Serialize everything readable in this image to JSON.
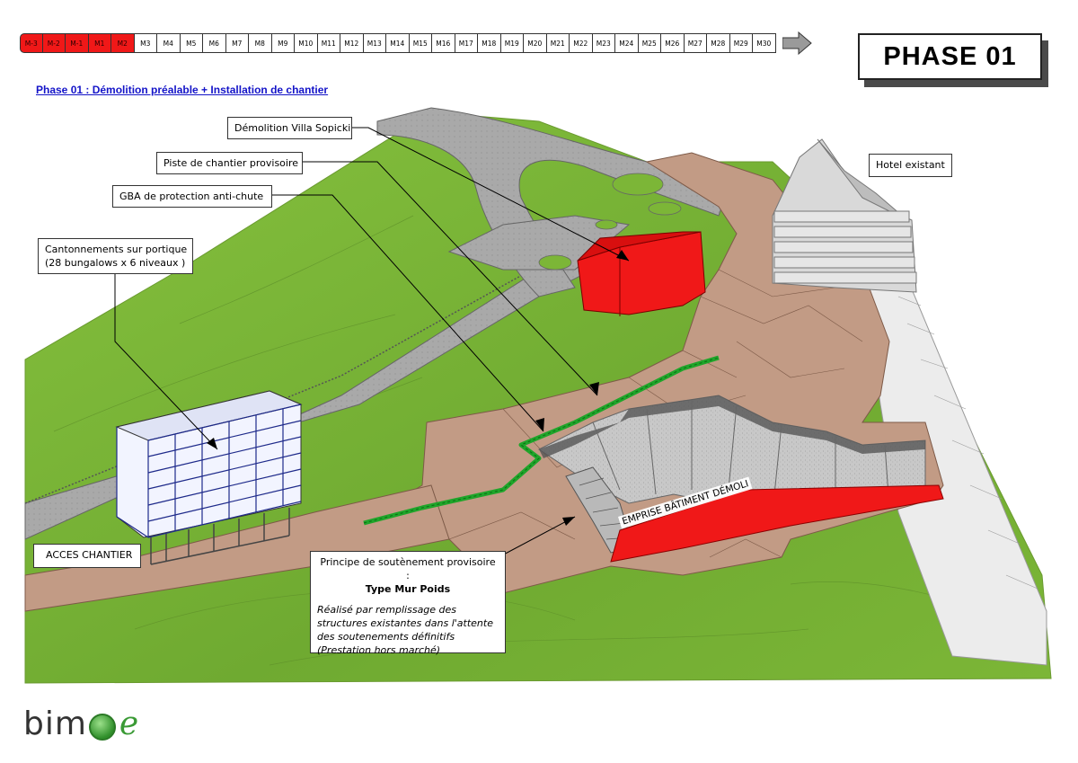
{
  "timeline": {
    "months": [
      "M-3",
      "M-2",
      "M-1",
      "M1",
      "M2",
      "M3",
      "M4",
      "M5",
      "M6",
      "M7",
      "M8",
      "M9",
      "M10",
      "M11",
      "M12",
      "M13",
      "M14",
      "M15",
      "M16",
      "M17",
      "M18",
      "M19",
      "M20",
      "M21",
      "M22",
      "M23",
      "M24",
      "M25",
      "M26",
      "M27",
      "M28",
      "M29",
      "M30"
    ],
    "active_count": 5,
    "active_color": "#f01818"
  },
  "phase": {
    "label": "PHASE  01"
  },
  "title": "Phase 01 : Démolition préalable + Installation de chantier",
  "callouts": {
    "demolition": "Démolition Villa Sopicki",
    "piste": "Piste de chantier provisoire",
    "gba": "GBA de protection anti-chute",
    "cantonnements_line1": "Cantonnements sur portique",
    "cantonnements_line2": "(28 bungalows x 6 niveaux )",
    "hotel": "Hotel existant",
    "acces": "ACCES CHANTIER",
    "principe_title": "Principe de soutènement provisoire :",
    "principe_type": "Type Mur Poids",
    "principe_desc": "Réalisé par remplissage des structures existantes dans l'attente des soutenements définitifs (Prestation hors marché)"
  },
  "emprise_label": "EMPRISE BÂTIMENT DÉMOLI",
  "logo": {
    "text_left": "bim",
    "text_right": "e"
  },
  "colors": {
    "grass": "#7cb637",
    "earth": "#c29b85",
    "road": "#a8a8a8",
    "demolition_red": "#f01818",
    "gba_green": "#1fa52a",
    "title_blue": "#1414c8"
  }
}
